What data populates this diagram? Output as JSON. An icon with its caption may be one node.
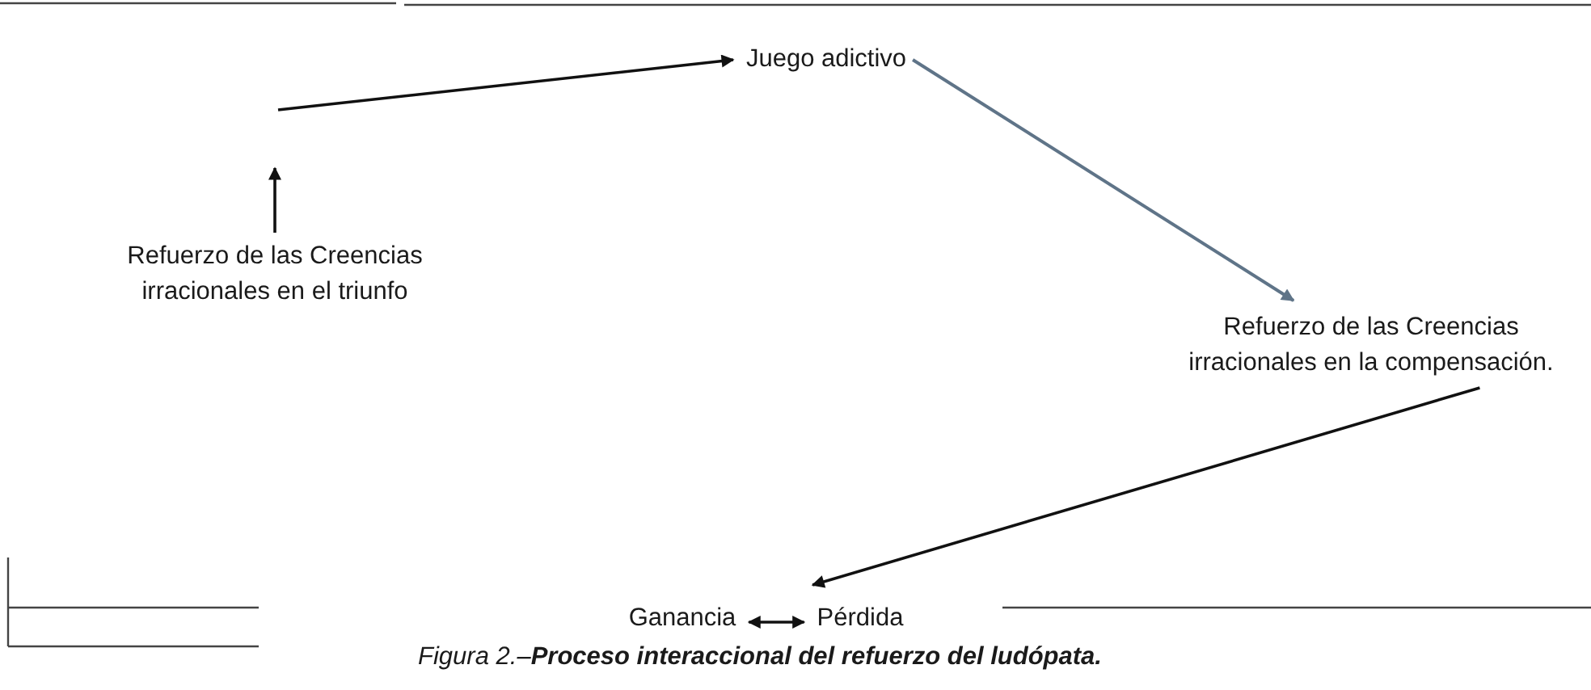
{
  "diagram": {
    "caption": "Figura 2.–**Proceso interaccional del refuerzo del ludópata.**",
    "nodes": [
      {
        "text": [
          "Juego adictivo"
        ]
      },
      {
        "text": [
          "Refuerzo de las Creencias irracionales en la compensación."
        ]
      },
      {
        "text": [
          "Ganancia"
        ]
      },
      {
        "text": [
          "Pérdida"
        ]
      },
      {
        "text": [
          "Refuerzo de las Creencias irracionales en el triunfo"
        ]
      }
    ],
    "edges": [
      {
        "from": 0,
        "to": 1,
        "arrow": "to",
        "color": "#5f7488"
      },
      {
        "from": 1,
        "to": 3,
        "arrow": "to"
      },
      {
        "from": 2,
        "to": 3,
        "arrow": "both"
      },
      {
        "from": 4,
        "to": null,
        "arrow": "to"
      },
      {
        "from": null,
        "to": 0,
        "arrow": "to"
      }
    ]
  }
}
